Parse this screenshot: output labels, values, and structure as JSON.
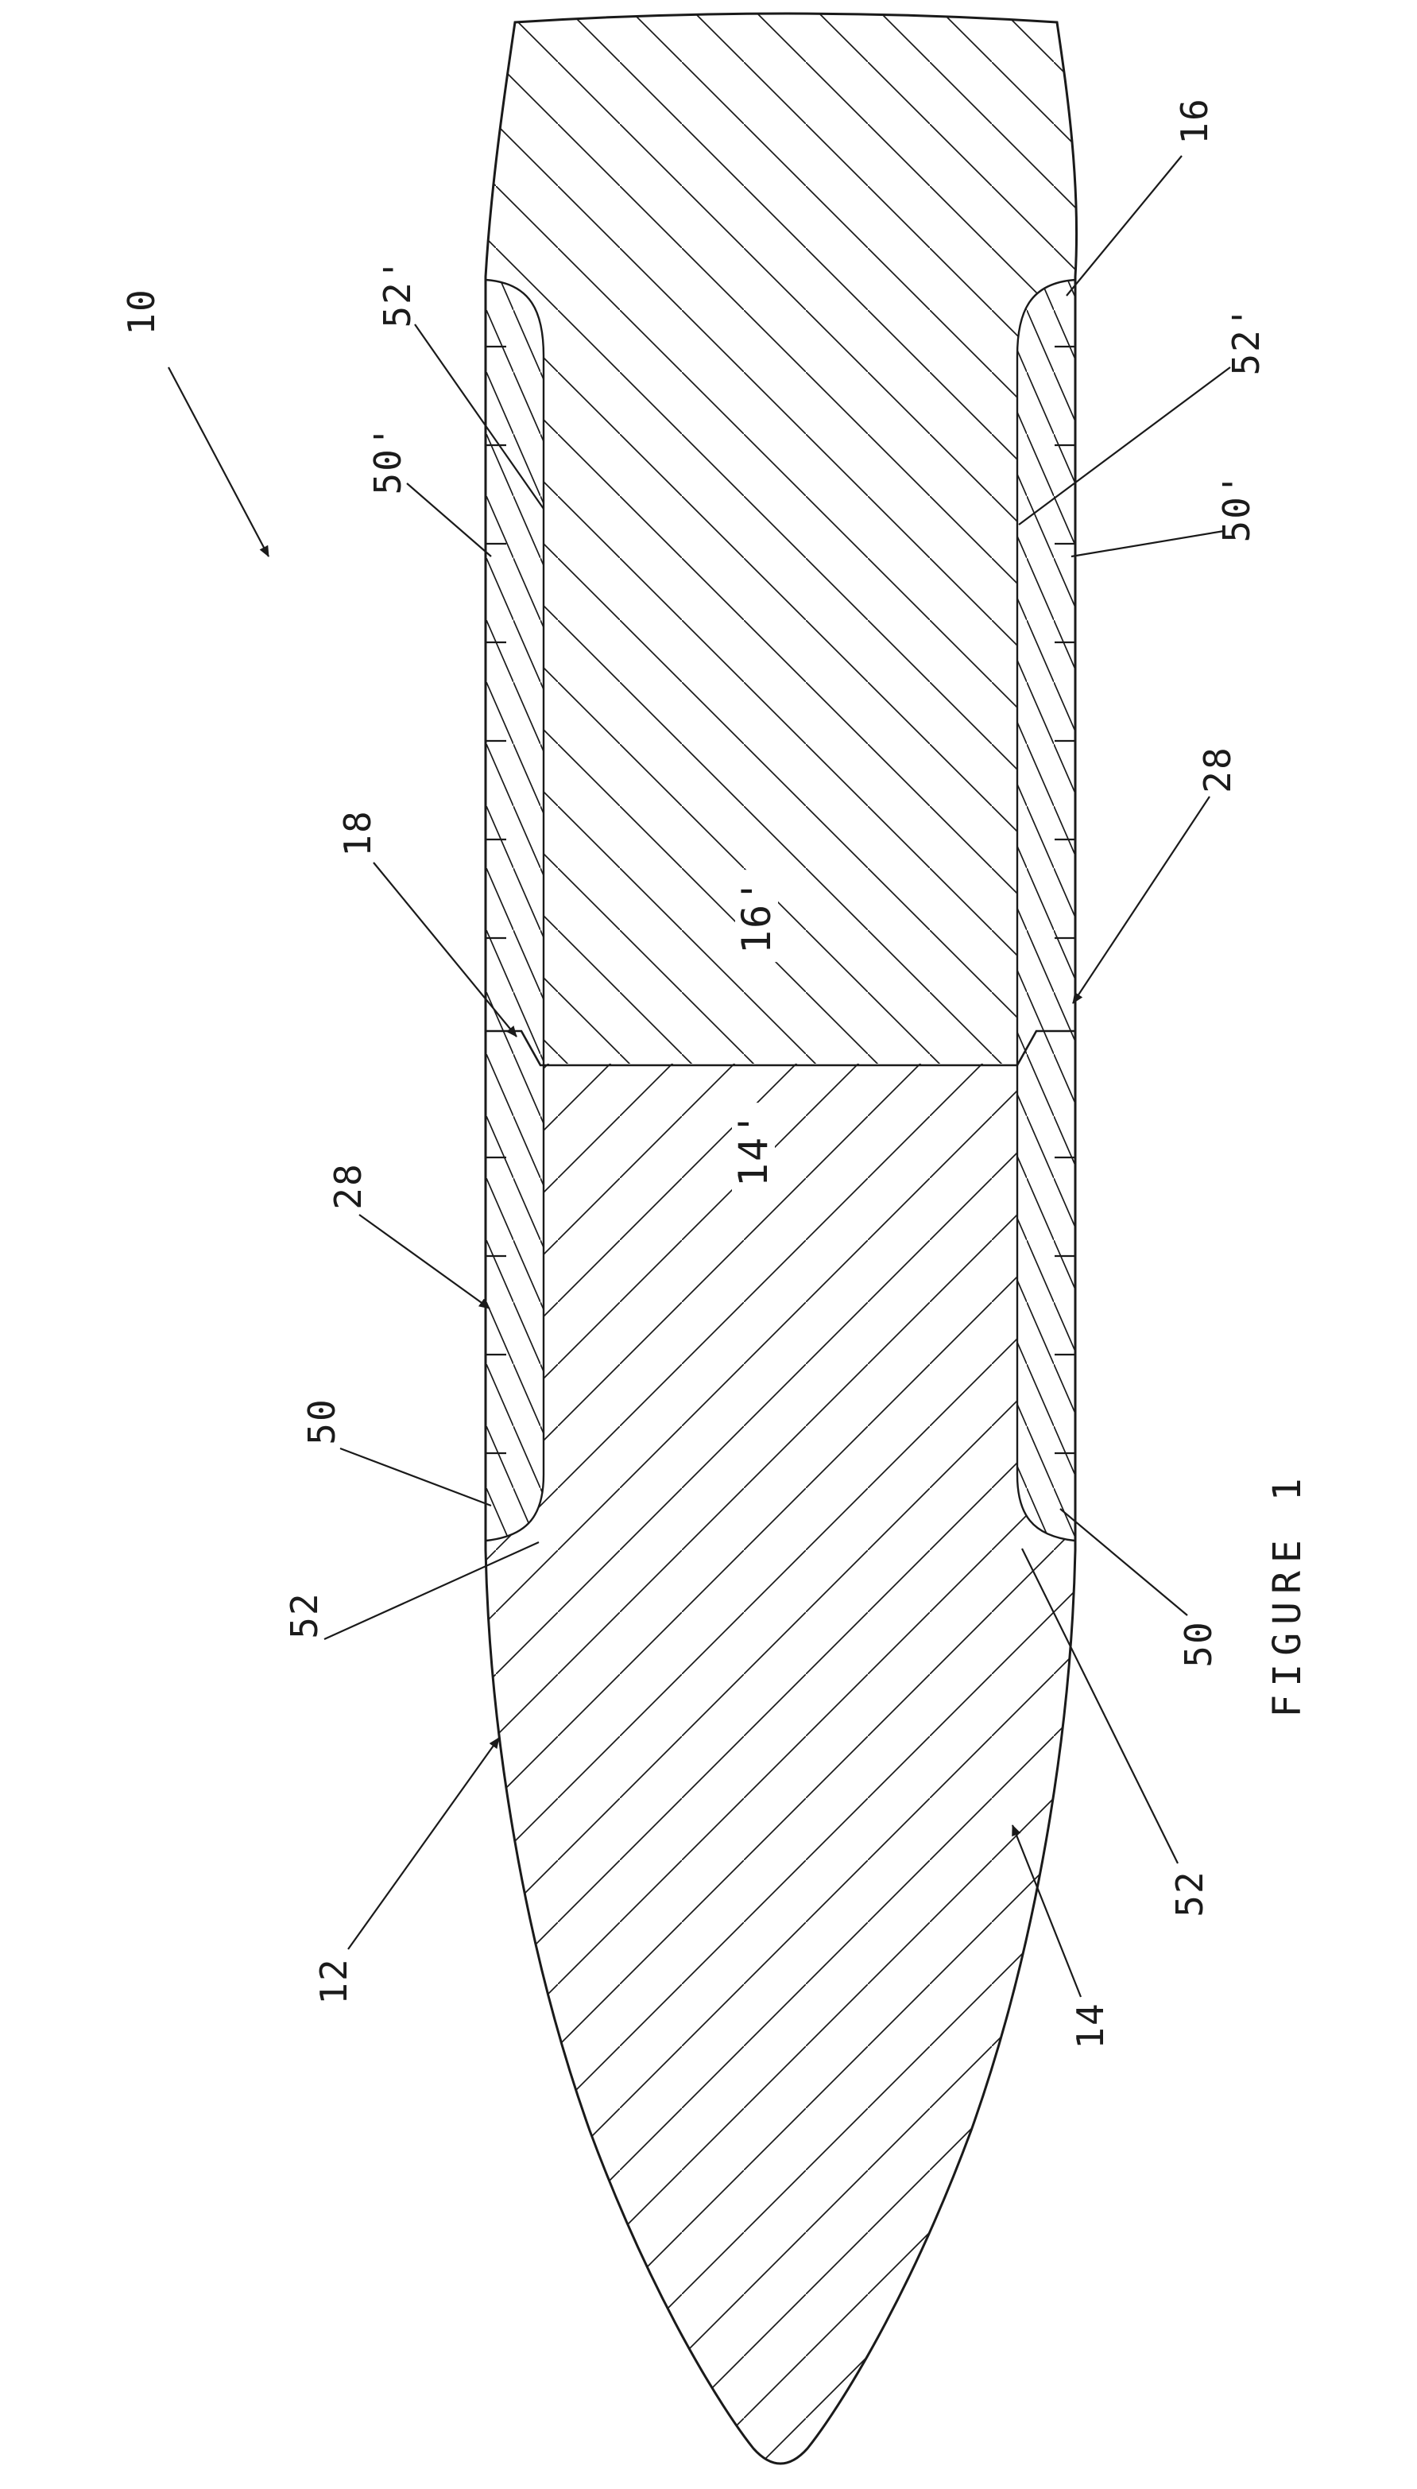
{
  "figure": {
    "caption": "FIGURE 1"
  },
  "callouts": {
    "n10": "10",
    "n12": "12",
    "n14": "14",
    "n14p": "14'",
    "n16": "16",
    "n16p": "16'",
    "n18": "18",
    "n28": "28",
    "n50": "50",
    "n50p": "50'",
    "n52": "52",
    "n52p": "52'"
  },
  "drawing": {
    "line_color": "#1a1a1a",
    "background_color": "#ffffff",
    "description_icons": [
      "cross-section-hatching-icon",
      "leader-arrow-icon"
    ]
  }
}
